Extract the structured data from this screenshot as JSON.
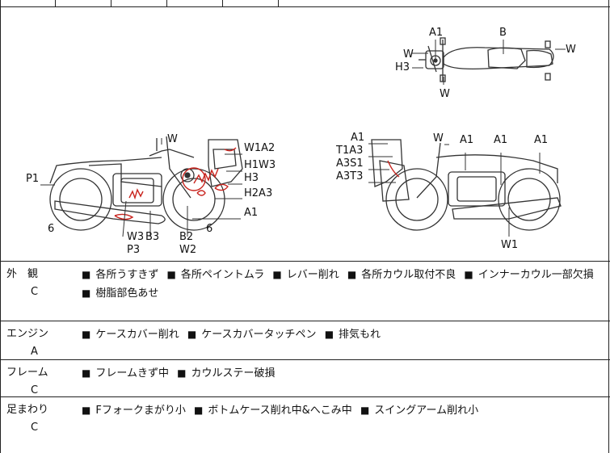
{
  "diagram": {
    "top_view_labels": {
      "a1": "A1",
      "b": "B",
      "w_left": "W",
      "w_right": "W",
      "h3": "H3",
      "w_bottom": "W"
    },
    "left_view_labels": {
      "w_top": "W",
      "w1a2": "W1A2",
      "h1w3": "H1W3",
      "h3": "H3",
      "h2a3": "H2A3",
      "a1": "A1",
      "p1": "P1",
      "six_left": "6",
      "six_right": "6",
      "w3": "W3",
      "b3": "B3",
      "p3": "P3",
      "b2": "B2",
      "w2": "W2"
    },
    "right_view_labels": {
      "a1_a": "A1",
      "t1a3": "T1A3",
      "a3s1": "A3S1",
      "a3t3": "A3T3",
      "w_top": "W",
      "a1_b": "A1",
      "a1_c": "A1",
      "a1_d": "A1",
      "w1": "W1"
    }
  },
  "conditions": [
    {
      "category": "外　観",
      "grade": "C",
      "items": [
        "各所うすきず",
        "各所ペイントムラ",
        "レバー削れ",
        "各所カウル取付不良",
        "インナーカウル一部欠損",
        "樹脂部色あせ"
      ]
    },
    {
      "category": "エンジン",
      "grade": "A",
      "items": [
        "ケースカバー削れ",
        "ケースカバータッチペン",
        "排気もれ"
      ]
    },
    {
      "category": "フレーム",
      "grade": "C",
      "items": [
        "フレームきず中",
        "カウルステー破損"
      ]
    },
    {
      "category": "足まわり",
      "grade": "C",
      "items": [
        "Fフォークまがり小",
        "ボトムケース削れ中&へこみ中",
        "スイングアーム削れ小"
      ]
    }
  ]
}
